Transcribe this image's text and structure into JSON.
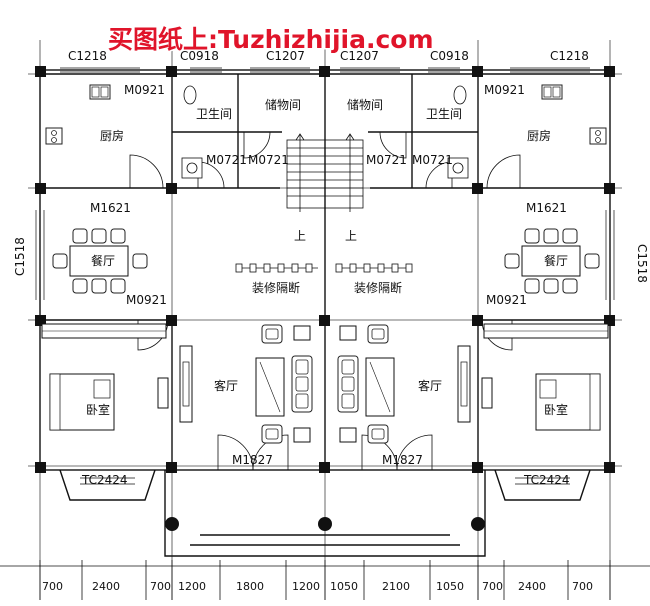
{
  "watermark": "买图纸上:Tuzhizhijia.com",
  "rooms": {
    "kitchen_l": "厨房",
    "kitchen_r": "厨房",
    "bath_l": "卫生间",
    "bath_r": "卫生间",
    "storage_l": "储物间",
    "storage_r": "储物间",
    "dining_l": "餐厅",
    "dining_r": "餐厅",
    "partition_l": "装修隔断",
    "partition_r": "装修隔断",
    "living_l": "客厅",
    "living_r": "客厅",
    "bedroom_l": "卧室",
    "bedroom_r": "卧室"
  },
  "stairs": {
    "up_l": "上",
    "up_r": "上"
  },
  "labels": {
    "c1218_l": "C1218",
    "c1218_r": "C1218",
    "c0918_l": "C0918",
    "c0918_r": "C0918",
    "c1207_l": "C1207",
    "c1207_r": "C1207",
    "m0921_kitchen_l": "M0921",
    "m0921_kitchen_r": "M0921",
    "m0721_1": "M0721",
    "m0721_2": "M0721",
    "m0721_3": "M0721",
    "m0721_4": "M0721",
    "m1621_l": "M1621",
    "m1621_r": "M1621",
    "c1518_l": "C1518",
    "c1518_r": "C1518",
    "m0921_bed_l": "M0921",
    "m0921_bed_r": "M0921",
    "tc2424_l": "TC2424",
    "tc2424_r": "TC2424",
    "m1827_l": "M1827",
    "m1827_r": "M1827"
  },
  "dimensions": [
    "700",
    "2400",
    "700",
    "1200",
    "1800",
    "1200",
    "1050",
    "2100",
    "1050",
    "700",
    "2400",
    "700"
  ]
}
